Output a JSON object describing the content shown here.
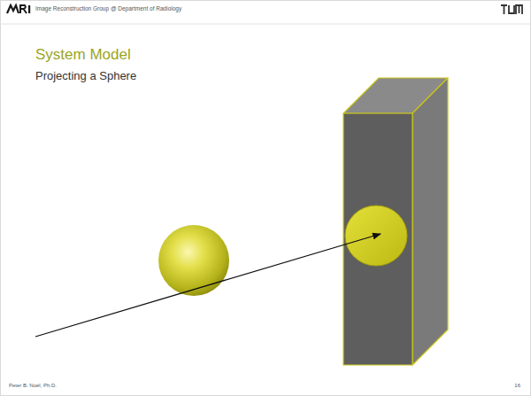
{
  "diagram": {
    "title": "System Model",
    "labels": [
      "Image Reconstruction Group @ Department of Radiology",
      "Projecting a Sphere",
      "Peter B. Noël, Ph.D.",
      "16"
    ]
  }
}
